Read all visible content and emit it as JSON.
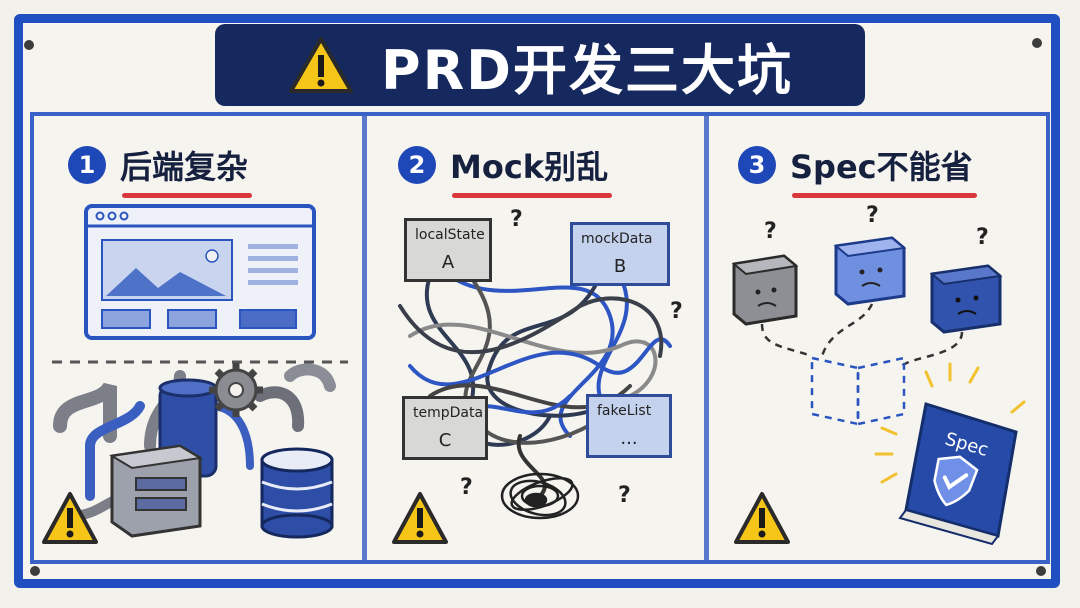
{
  "title": "PRD开发三大坑",
  "panels": [
    {
      "number": "1",
      "title": "后端复杂"
    },
    {
      "number": "2",
      "title": "Mock别乱",
      "nodes": [
        {
          "label": "localState",
          "value": "A"
        },
        {
          "label": "mockData",
          "value": "B"
        },
        {
          "label": "tempData",
          "value": "C"
        },
        {
          "label": "fakeList",
          "value": "..."
        }
      ],
      "question_mark": "?"
    },
    {
      "number": "3",
      "title": "Spec不能省",
      "book_label": "Spec"
    }
  ],
  "colors": {
    "frame": "#1f4fc0",
    "banner": "#16295f",
    "accent_red": "#d9373b",
    "warning_yellow": "#f5c518"
  }
}
